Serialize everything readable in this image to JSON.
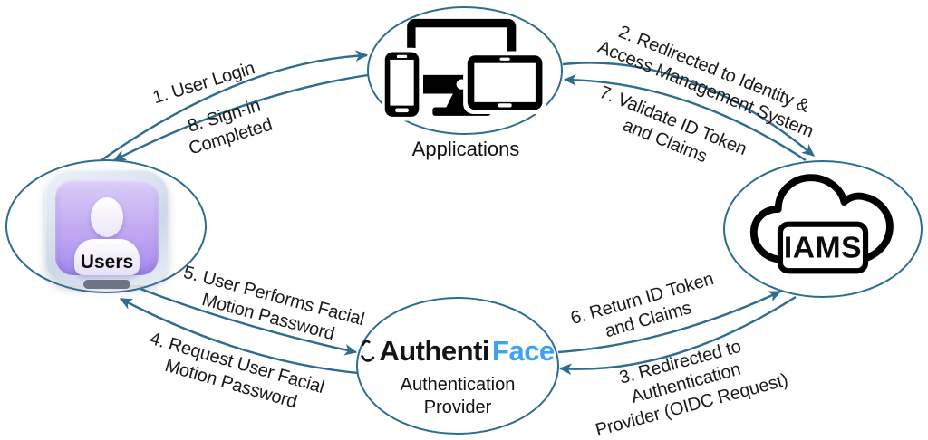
{
  "diagram": {
    "kind": "authentication-flow",
    "arrow_color": "#2e6d8e",
    "text_color": "#1a1a1a",
    "background": "#ffffff"
  },
  "nodes": {
    "users": {
      "label": "Users"
    },
    "applications": {
      "caption": "Applications"
    },
    "iams": {
      "label": "IAMS"
    },
    "auth_provider": {
      "logo_prefix": "Authenti",
      "logo_suffix": "Face",
      "logo_suffix_color": "#3da2ef",
      "caption": "Authentication\nProvider"
    }
  },
  "flows": [
    {
      "step": 1,
      "from": "Users",
      "to": "Applications",
      "label": "1. User Login"
    },
    {
      "step": 2,
      "from": "Applications",
      "to": "IAMS",
      "label": "2. Redirected to Identity &\nAccess Management System"
    },
    {
      "step": 3,
      "from": "IAMS",
      "to": "Authentication Provider",
      "label": "3. Redirected to\nAuthentication\nProvider (OIDC Request)"
    },
    {
      "step": 4,
      "from": "Authentication Provider",
      "to": "Users",
      "label": "4. Request User Facial\nMotion Password"
    },
    {
      "step": 5,
      "from": "Users",
      "to": "Authentication Provider",
      "label": "5. User Performs Facial\nMotion Password"
    },
    {
      "step": 6,
      "from": "Authentication Provider",
      "to": "IAMS",
      "label": "6. Return ID Token\nand Claims"
    },
    {
      "step": 7,
      "from": "IAMS",
      "to": "Applications",
      "label": "7. Validate ID Token\nand Claims"
    },
    {
      "step": 8,
      "from": "Applications",
      "to": "Users",
      "label": "8. Sign-in\nCompleted"
    }
  ]
}
